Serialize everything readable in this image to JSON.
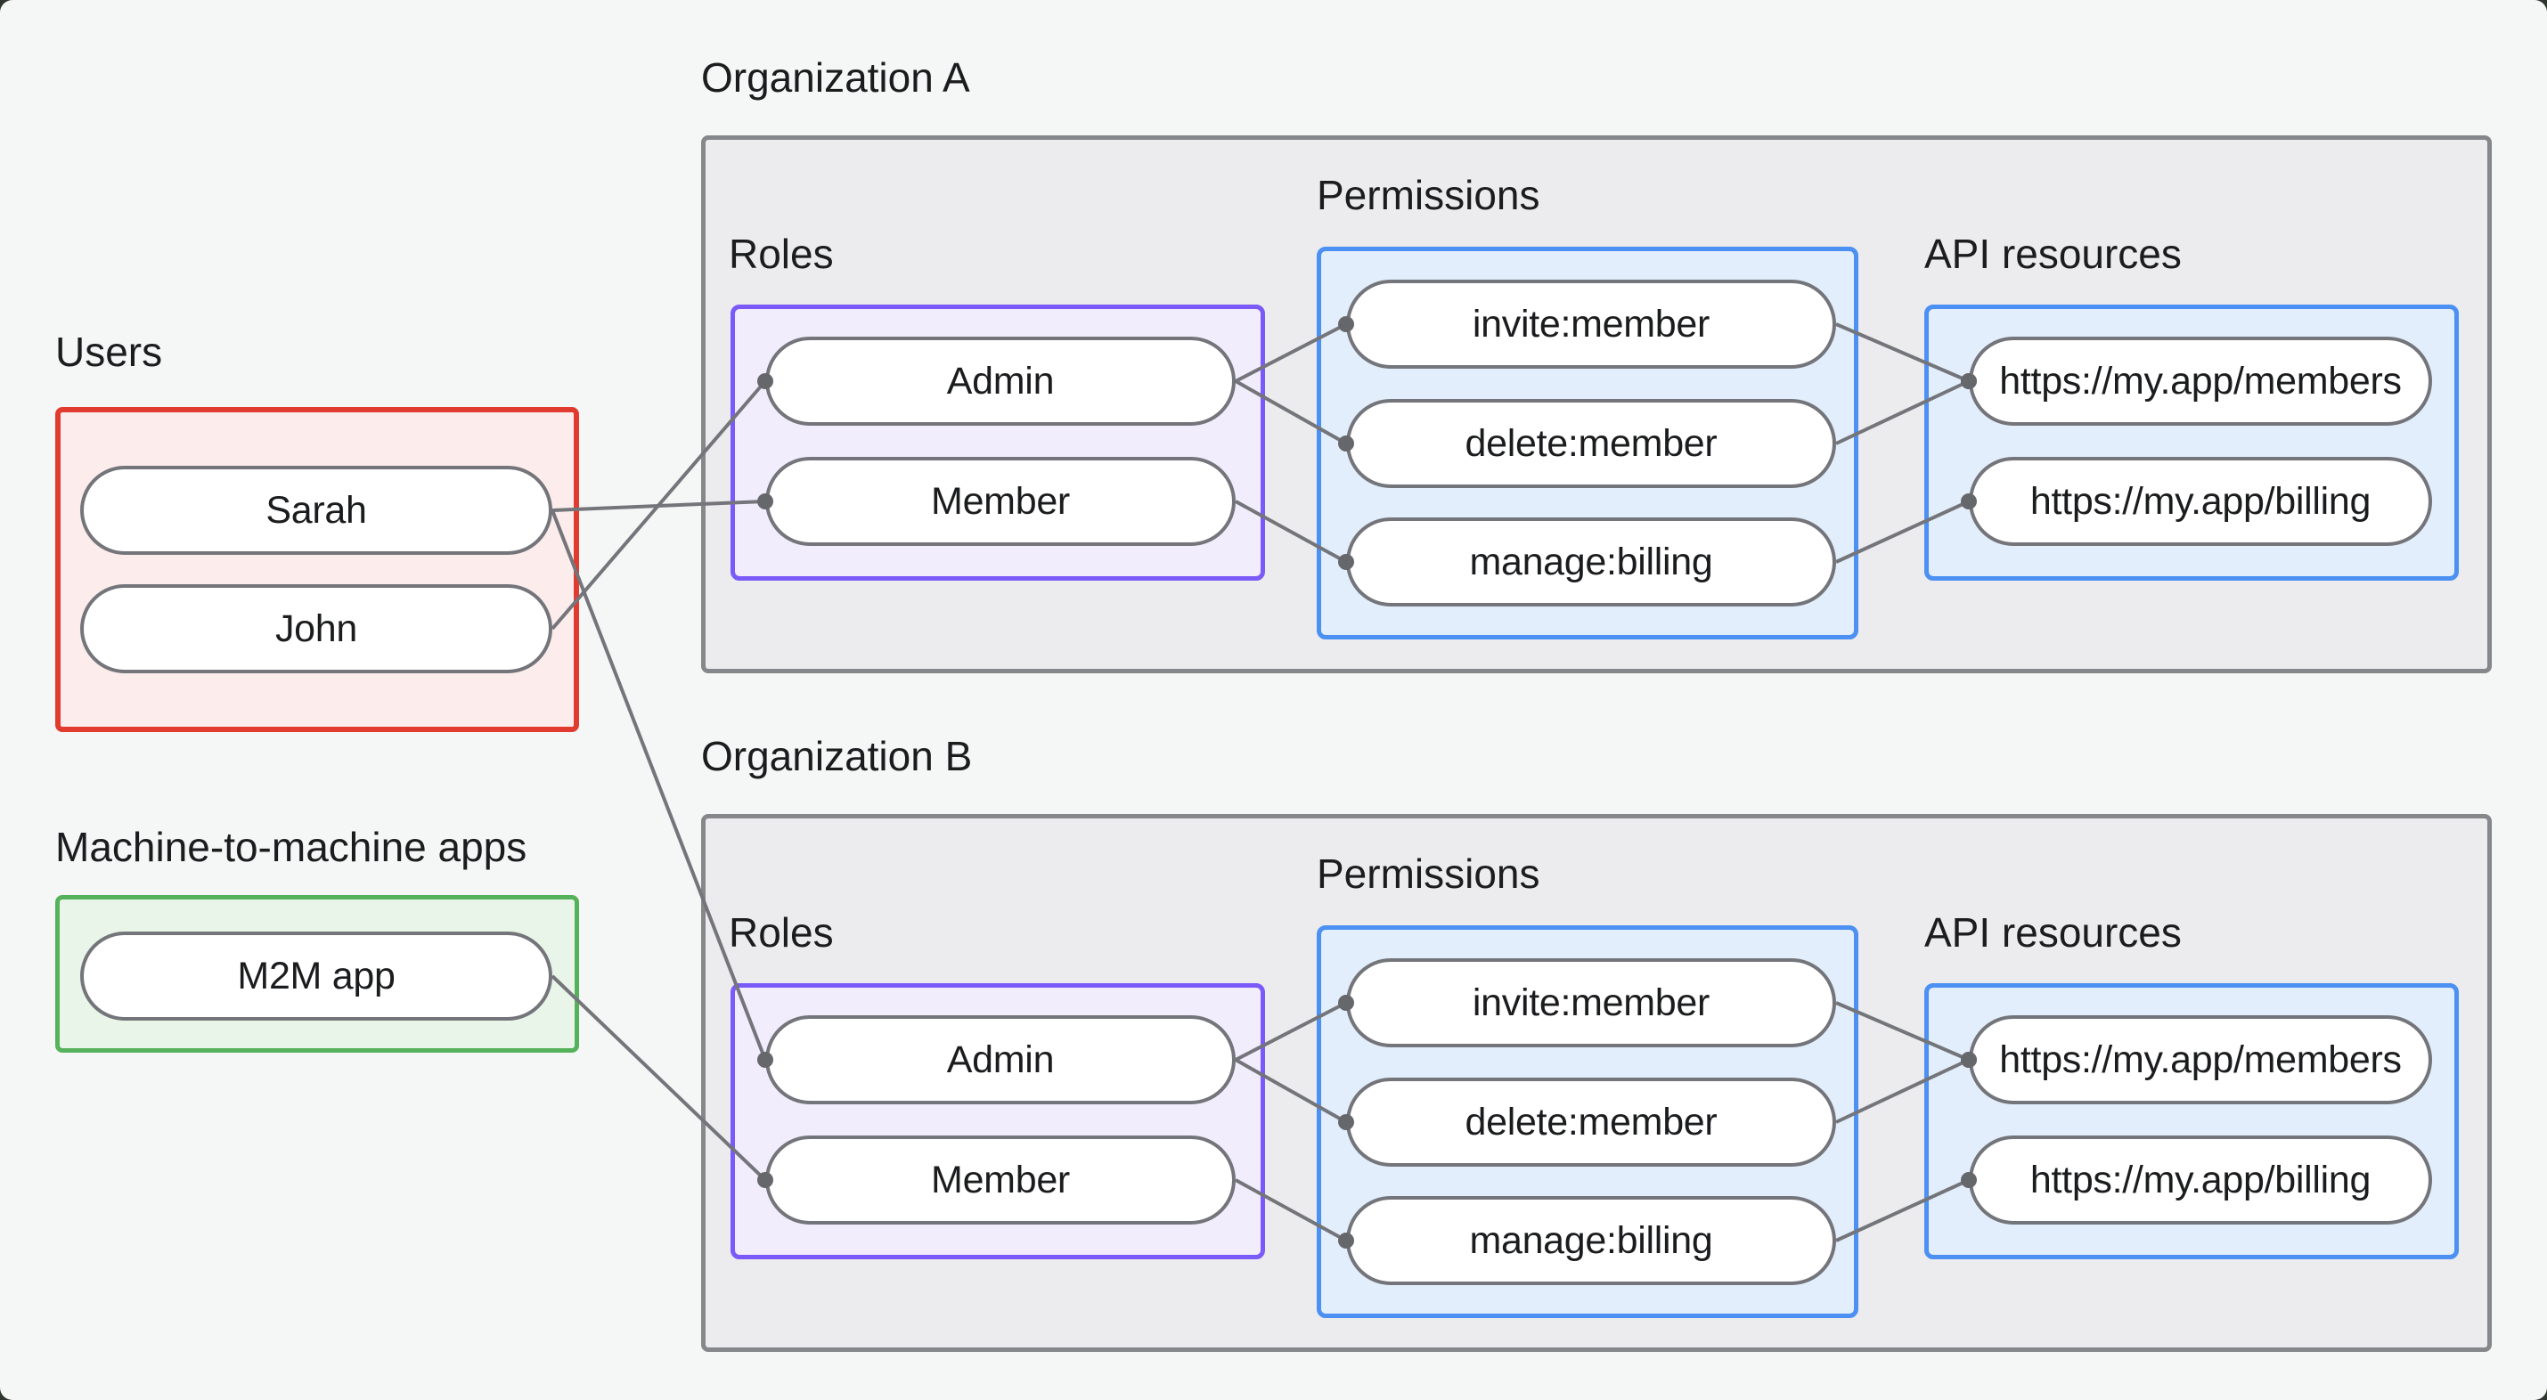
{
  "users_section": {
    "title": "Users",
    "items": [
      {
        "id": "sarah",
        "label": "Sarah"
      },
      {
        "id": "john",
        "label": "John"
      }
    ]
  },
  "m2m_section": {
    "title": "Machine-to-machine apps",
    "items": [
      {
        "id": "m2m-app",
        "label": "M2M app"
      }
    ]
  },
  "organizations": [
    {
      "id": "org-a",
      "title": "Organization A",
      "roles": {
        "title": "Roles",
        "items": [
          {
            "id": "admin-a",
            "label": "Admin"
          },
          {
            "id": "member-a",
            "label": "Member"
          }
        ]
      },
      "permissions": {
        "title": "Permissions",
        "items": [
          {
            "id": "invite-a",
            "label": "invite:member"
          },
          {
            "id": "delete-a",
            "label": "delete:member"
          },
          {
            "id": "manage-a",
            "label": "manage:billing"
          }
        ]
      },
      "api_resources": {
        "title": "API resources",
        "items": [
          {
            "id": "members-a",
            "label": "https://my.app/members"
          },
          {
            "id": "billing-a",
            "label": "https://my.app/billing"
          }
        ]
      }
    },
    {
      "id": "org-b",
      "title": "Organization B",
      "roles": {
        "title": "Roles",
        "items": [
          {
            "id": "admin-b",
            "label": "Admin"
          },
          {
            "id": "member-b",
            "label": "Member"
          }
        ]
      },
      "permissions": {
        "title": "Permissions",
        "items": [
          {
            "id": "invite-b",
            "label": "invite:member"
          },
          {
            "id": "delete-b",
            "label": "delete:member"
          },
          {
            "id": "manage-b",
            "label": "manage:billing"
          }
        ]
      },
      "api_resources": {
        "title": "API resources",
        "items": [
          {
            "id": "members-b",
            "label": "https://my.app/members"
          },
          {
            "id": "billing-b",
            "label": "https://my.app/billing"
          }
        ]
      }
    }
  ],
  "edges": [
    {
      "from": "sarah",
      "to": "member-a"
    },
    {
      "from": "john",
      "to": "admin-a"
    },
    {
      "from": "sarah",
      "to": "admin-b"
    },
    {
      "from": "m2m-app",
      "to": "member-b"
    },
    {
      "from": "admin-a",
      "to": "invite-a"
    },
    {
      "from": "admin-a",
      "to": "delete-a"
    },
    {
      "from": "member-a",
      "to": "manage-a"
    },
    {
      "from": "invite-a",
      "to": "members-a"
    },
    {
      "from": "delete-a",
      "to": "members-a"
    },
    {
      "from": "manage-a",
      "to": "billing-a"
    },
    {
      "from": "admin-b",
      "to": "invite-b"
    },
    {
      "from": "admin-b",
      "to": "delete-b"
    },
    {
      "from": "member-b",
      "to": "manage-b"
    },
    {
      "from": "invite-b",
      "to": "members-b"
    },
    {
      "from": "delete-b",
      "to": "members-b"
    },
    {
      "from": "manage-b",
      "to": "billing-b"
    }
  ],
  "colors": {
    "page_bg": "#f5f6f6",
    "desktop_bg": "#2e362f",
    "org_fill": "#ececee",
    "org_border": "#85878a",
    "users_border": "#e13b30",
    "users_fill": "#fceceb",
    "m2m_border": "#55b25a",
    "m2m_fill": "#e9f5e9",
    "roles_border": "#7a5af8",
    "roles_fill": "#f2edfd",
    "permissions_border": "#4b90f2",
    "permissions_fill": "#e2eefb",
    "pill_bg": "#ffffff",
    "pill_border": "#74757a",
    "edge": "#74757a",
    "edge_dot": "#66676b",
    "text": "#1b1c1e"
  }
}
